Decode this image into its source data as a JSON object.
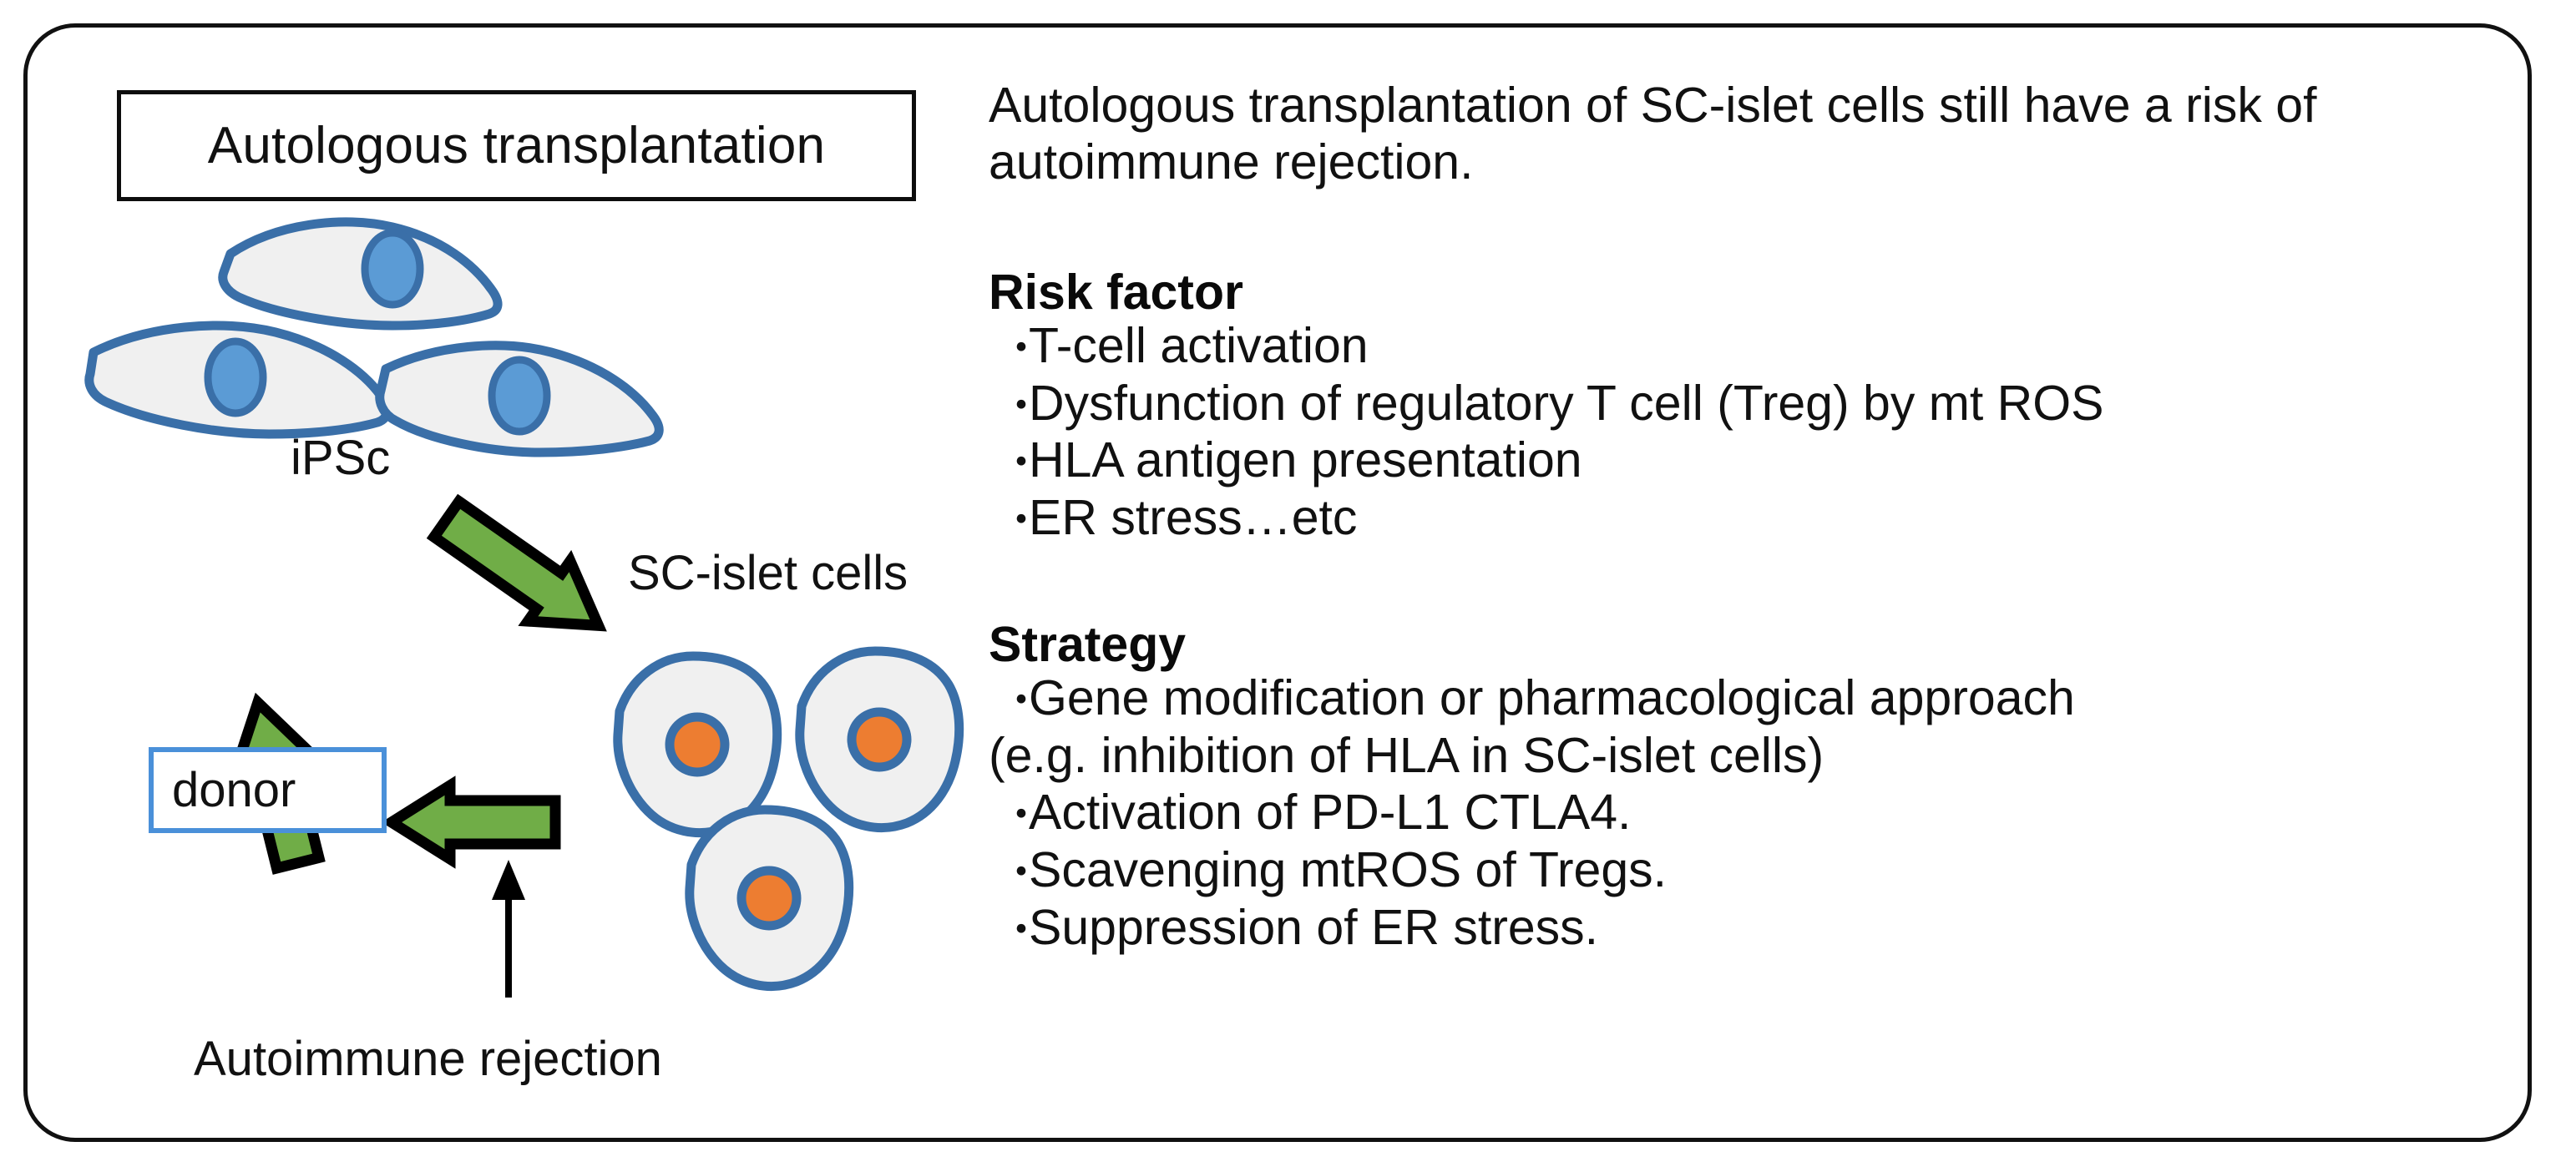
{
  "figure": {
    "title_box_label": "Autologous transplantation"
  },
  "diagram": {
    "labels": {
      "ipsc": "iPSc",
      "sc_islet_cells": "SC-islet cells",
      "donor": "donor",
      "autoimmune_rejection": "Autoimmune rejection"
    },
    "colors": {
      "cell_fill": "#F0F0F0",
      "cell_outline": "#3A6FA8",
      "ipsc_nucleus": "#5B9BD5",
      "islet_nucleus": "#ED7D31",
      "arrow_green": "#70AD47",
      "arrow_outline": "#000000",
      "donor_box_border": "#4A90D9",
      "frame_border": "#111111"
    }
  },
  "text_column": {
    "intro": "Autologous transplantation of SC-islet cells still have a risk of autoimmune rejection.",
    "risk_factor": {
      "heading": "Risk factor",
      "bullet_char": "・",
      "items": [
        "T-cell activation",
        "Dysfunction of regulatory T cell (Treg) by mt ROS",
        "HLA antigen presentation",
        "ER stress…etc"
      ]
    },
    "strategy": {
      "heading": "Strategy",
      "bullet_char": "・",
      "items": [
        "Gene modification or pharmacological approach"
      ],
      "plain_line": "(e.g. inhibition of HLA in SC-islet cells)",
      "items_after": [
        "Activation of PD-L1 CTLA4.",
        "Scavenging mtROS of Tregs.",
        "Suppression of ER stress."
      ]
    }
  }
}
